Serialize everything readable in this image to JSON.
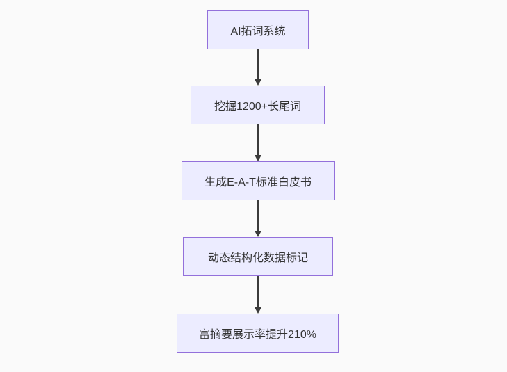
{
  "diagram": {
    "type": "flowchart-top-down",
    "background": "#fafafa",
    "node_fill": "#ECECFF",
    "node_border": "#9370DB",
    "arrow_color": "#3b3b3b",
    "text_color": "#333333",
    "nodes": [
      {
        "id": "A",
        "label": "AI拓词系统"
      },
      {
        "id": "B",
        "label": "挖掘1200+长尾词"
      },
      {
        "id": "C",
        "label": "生成E-A-T标准白皮书"
      },
      {
        "id": "D",
        "label": "动态结构化数据标记"
      },
      {
        "id": "E",
        "label": "富摘要展示率提升210%"
      }
    ],
    "edges": [
      {
        "from": "A",
        "to": "B"
      },
      {
        "from": "B",
        "to": "C"
      },
      {
        "from": "C",
        "to": "D"
      },
      {
        "from": "D",
        "to": "E"
      }
    ]
  }
}
